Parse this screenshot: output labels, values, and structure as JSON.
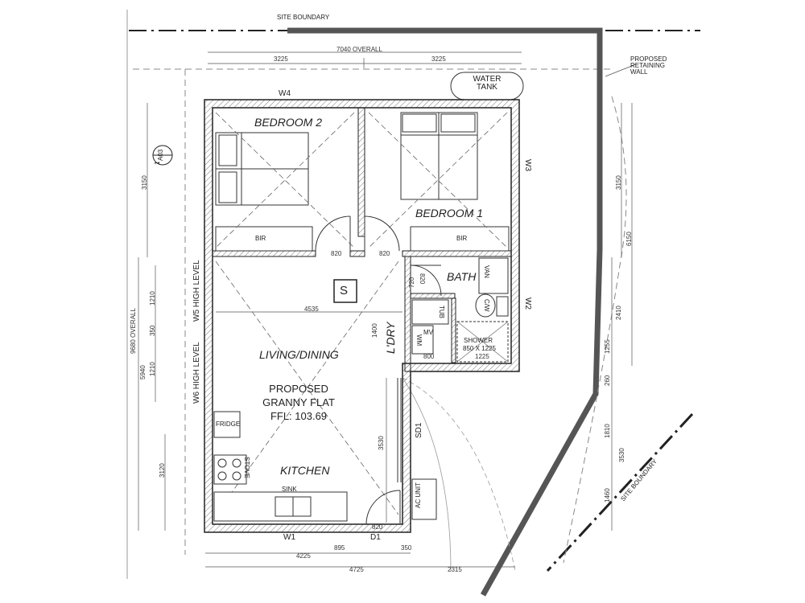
{
  "plan": {
    "site_boundary_top": "SITE BOUNDARY",
    "site_boundary_right": "SITE BOUNDARY",
    "overall_width": "7040 OVERALL",
    "overall_height": "9680 OVERALL",
    "retaining_wall": "PROPOSED RETAINING WALL",
    "water_tank": "WATER TANK",
    "title_lines": [
      "PROPOSED",
      "GRANNY FLAT",
      "FFL: 103.69"
    ],
    "section_marker": {
      "num": "1",
      "sheet": "A03"
    },
    "symbol_s": "S",
    "rooms": {
      "bedroom2": "BEDROOM 2",
      "bedroom1": "BEDROOM 1",
      "living": "LIVING/DINING",
      "kitchen": "KITCHEN",
      "bath": "BATH",
      "laundry": "L'DRY"
    },
    "fixtures": {
      "bir_left": "BIR",
      "bir_right": "BIR",
      "fridge": "FRIDGE",
      "stove": "STOVE",
      "sink": "SINK",
      "tub": "TUB",
      "wm": "WM",
      "mv": "MV",
      "van": "VAN",
      "wc": "C/W",
      "shower": "SHOWER",
      "shower_size": "850 X 1225",
      "ac_unit": "AC UNIT"
    },
    "windows": {
      "w1": "W1",
      "w2": "W2",
      "w3": "W3",
      "w4": "W4",
      "w5": "W5 HIGH LEVEL",
      "w6": "W6 HIGH LEVEL",
      "d1": "D1",
      "sd1": "SD1"
    },
    "dims": {
      "top_left": "3225",
      "top_right": "3225",
      "door_820a": "820",
      "door_820b": "820",
      "door_820c": "820",
      "bath_820": "820",
      "living_width": "4535",
      "bath_720": "720",
      "ldry_1400": "1400",
      "shower_1225": "1225",
      "ldry_800": "800",
      "kitchen_3530": "3530",
      "bottom_4225": "4225",
      "bottom_895": "895",
      "bottom_350": "350",
      "bottom_4725": "4725",
      "bottom_2315": "2315",
      "left_3150": "3150",
      "left_1210a": "1210",
      "left_350": "350",
      "left_1210b": "1210",
      "left_5940": "5940",
      "left_3120": "3120",
      "right_3150": "3150",
      "right_6150": "6150",
      "right_2410": "2410",
      "right_1255": "1255",
      "right_260": "260",
      "right_1810": "1810",
      "right_3530": "3530",
      "right_1460": "1460"
    }
  }
}
